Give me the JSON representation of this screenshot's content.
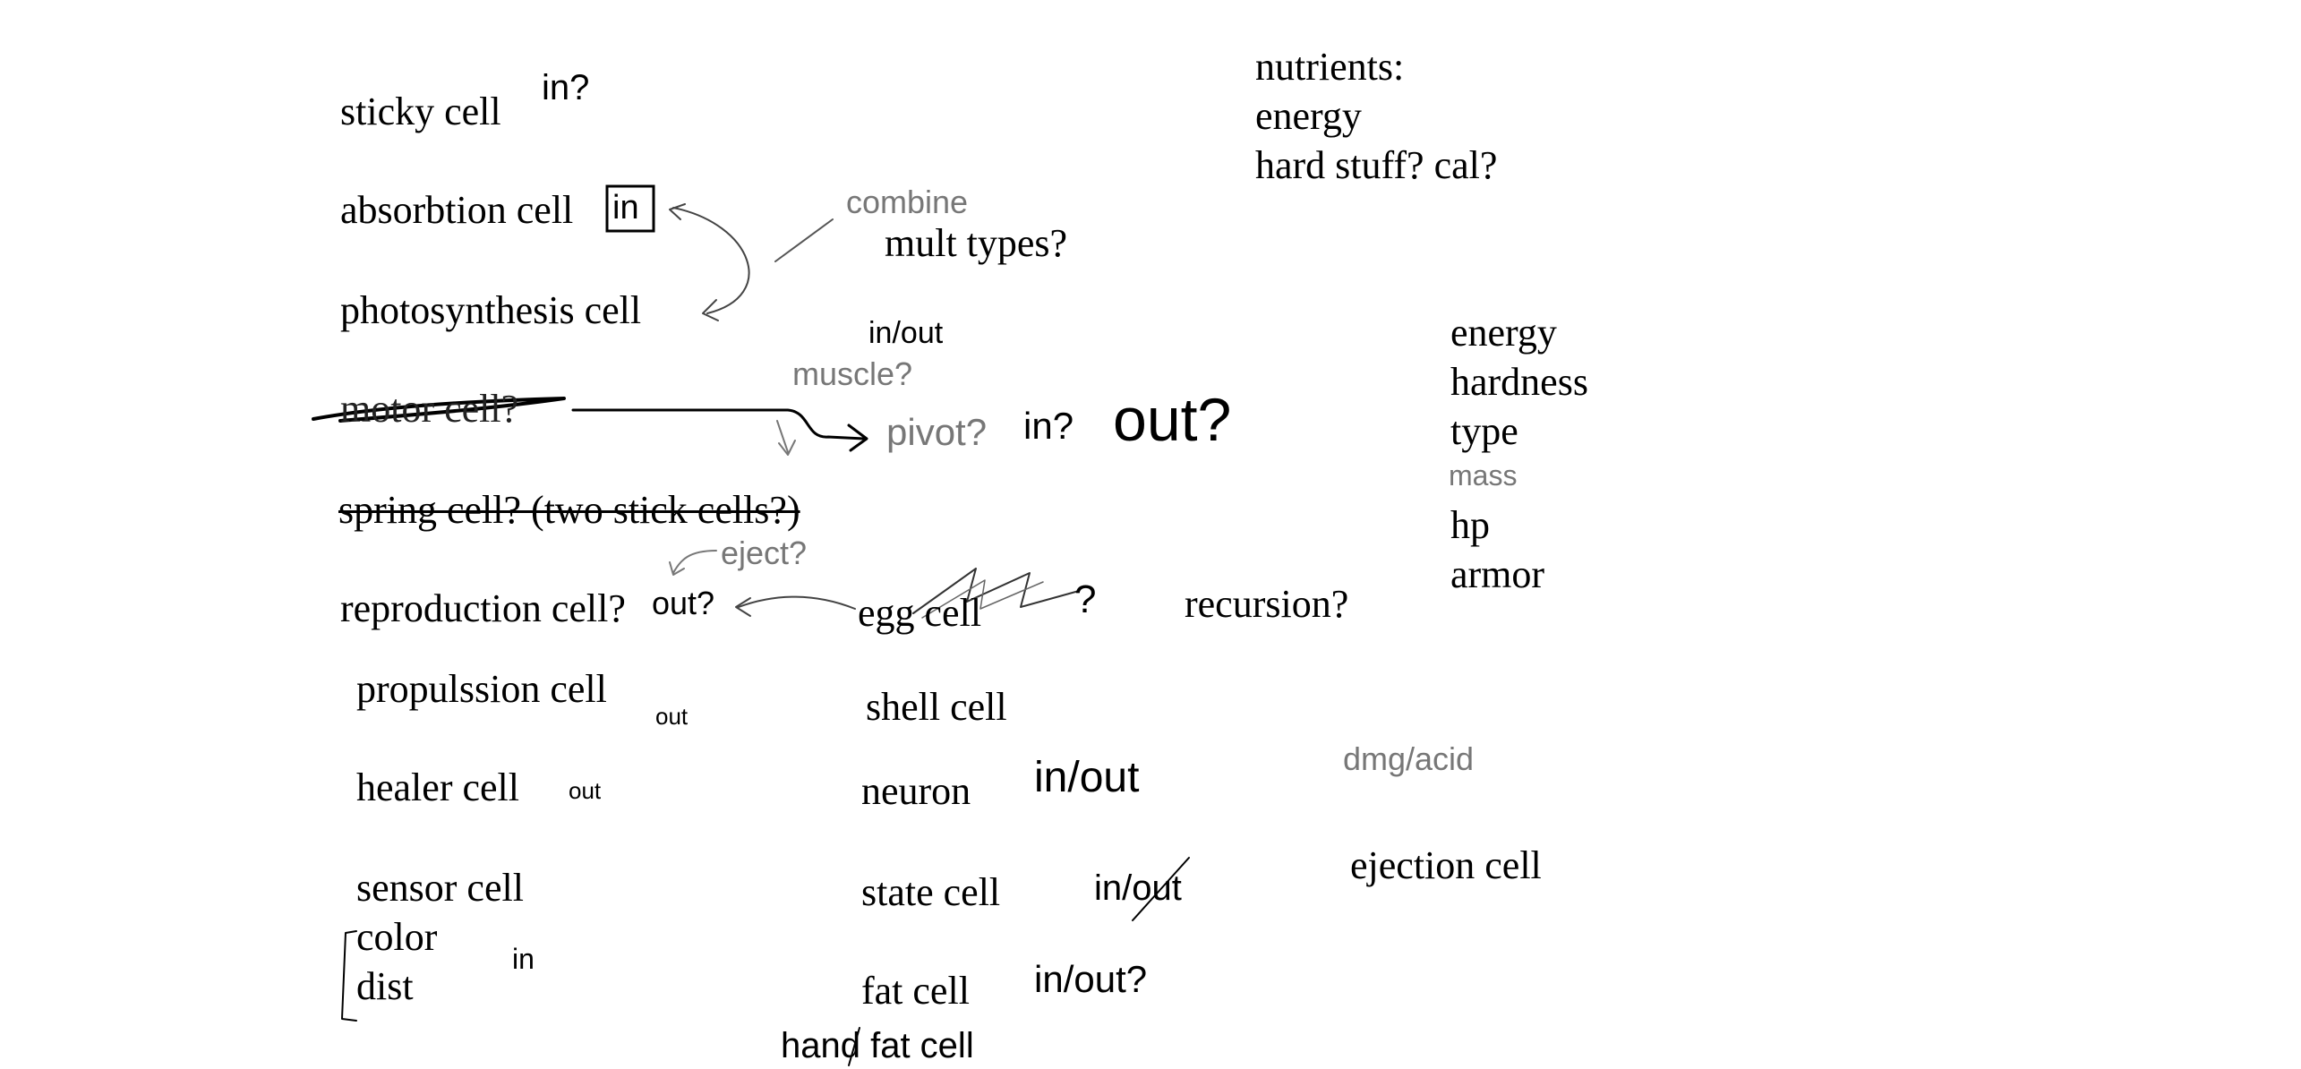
{
  "left_column": {
    "sticky_cell": "sticky cell",
    "absorbtion_cell": "absorbtion cell",
    "photosynthesis_cell": "photosynthesis cell",
    "motor_cell": "motor cell?",
    "spring_cell": "spring cell? (two stick cells?)",
    "reproduction_cell": "reproduction cell?",
    "propulssion_cell": "propulssion cell",
    "healer_cell": "healer cell",
    "sensor_cell": "sensor cell",
    "sensor_color": "color",
    "sensor_dist": "dist"
  },
  "middle_column": {
    "mult_types": "mult types?",
    "egg_cell": "egg cell",
    "recursion": "recursion?",
    "shell_cell": "shell cell",
    "neuron": "neuron",
    "state_cell": "state cell",
    "fat_cell": "fat cell"
  },
  "nutrients": {
    "header": "nutrients:",
    "energy": "energy",
    "hard_stuff": "hard stuff? cal?"
  },
  "properties": {
    "energy": "energy",
    "hardness": "hardness",
    "type": "type",
    "mass": "mass",
    "hp": "hp",
    "armor": "armor"
  },
  "right_column": {
    "ejection_cell": "ejection cell",
    "dmg_acid": "dmg/acid"
  },
  "handwritten": {
    "sticky_in": "in?",
    "absorbtion_in": "in",
    "combine": "combine",
    "in_out_top": "in/out",
    "muscle": "muscle?",
    "pivot": "pivot?",
    "pivot_in": "in?",
    "pivot_out": "out?",
    "eject": "eject?",
    "repro_out": "out?",
    "egg_question": "?",
    "propulssion_out": "out",
    "healer_out": "out",
    "sensor_in": "in",
    "neuron_in_out": "in/out",
    "state_in_out": "in/out",
    "fat_in_out": "in/out?",
    "hand_fat_cell": "hand fat cell"
  }
}
